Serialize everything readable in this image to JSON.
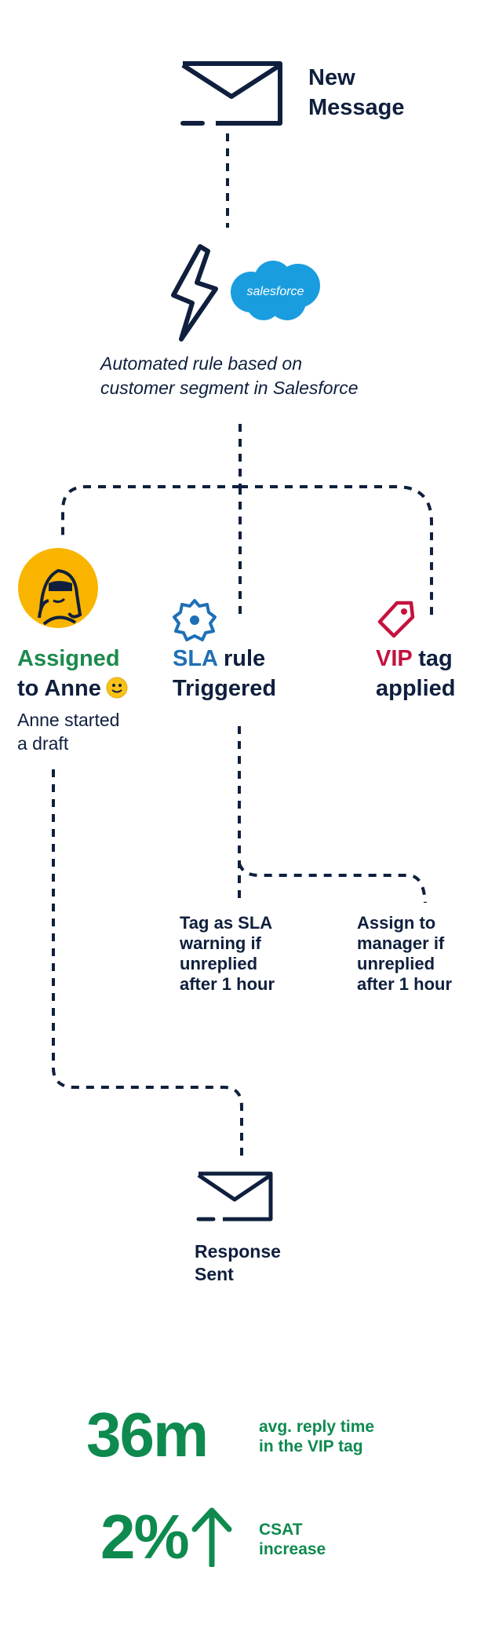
{
  "new_message": {
    "line1": "New",
    "line2": "Message"
  },
  "salesforce": {
    "logo_text": "salesforce"
  },
  "rule_caption": {
    "line1": "Automated rule based on",
    "line2": "customer segment in Salesforce"
  },
  "assigned": {
    "word_green": "Assigned",
    "line2": "to Anne",
    "sub1": "Anne started",
    "sub2": "a draft"
  },
  "sla": {
    "word_blue": "SLA",
    "word_rest": " rule",
    "line2": "Triggered"
  },
  "vip": {
    "word_red": "VIP",
    "word_rest": " tag",
    "line2": "applied"
  },
  "sla_actions": [
    {
      "lines": [
        "Tag as SLA",
        "warning if",
        "unreplied",
        "after 1 hour"
      ]
    },
    {
      "lines": [
        "Assign to",
        "manager if",
        "unreplied",
        "after 1 hour"
      ]
    }
  ],
  "response": {
    "line1": "Response",
    "line2": "Sent"
  },
  "stats": [
    {
      "value": "36m",
      "label1": "avg. reply time",
      "label2": "in the VIP tag"
    },
    {
      "value": "2%",
      "label1": "CSAT",
      "label2": "increase"
    }
  ],
  "colors": {
    "navy": "#0f1f3d",
    "green": "#1d8a4e",
    "blue": "#1f6fb6",
    "crimson": "#c4123e",
    "avatar_yellow": "#f9b400",
    "salesforce_blue": "#1a9ddf"
  }
}
